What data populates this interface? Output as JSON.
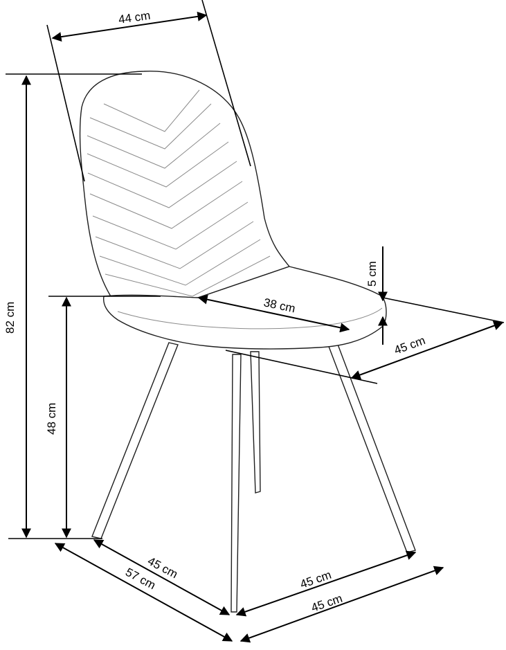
{
  "dimensions": {
    "back_width": "44 cm",
    "total_height": "82 cm",
    "seat_height": "48 cm",
    "seat_depth": "38 cm",
    "seat_thickness": "5 cm",
    "seat_width": "45 cm",
    "leg_span_left": "45 cm",
    "total_depth": "57 cm",
    "leg_span_front": "45 cm",
    "total_width": "45 cm"
  }
}
